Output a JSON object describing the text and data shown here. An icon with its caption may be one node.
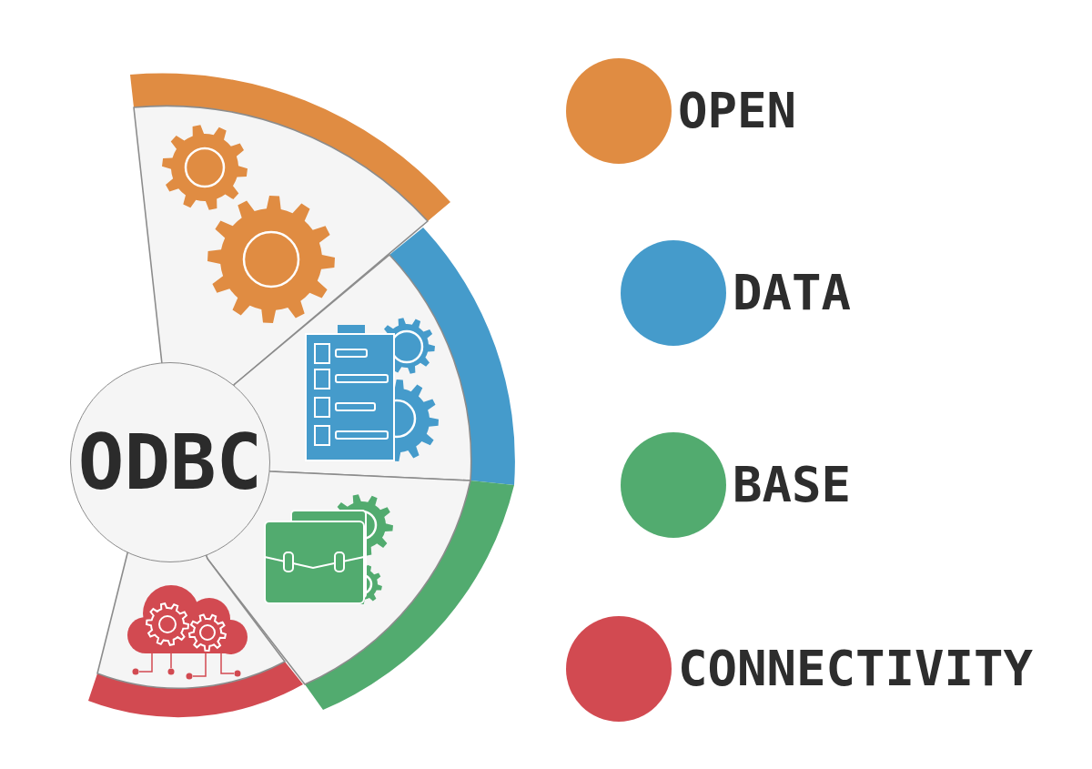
{
  "diagram": {
    "nodes": [
      {
        "text": [
          "ODBC"
        ]
      }
    ],
    "legend": [
      {
        "text": "OPEN",
        "color": "#e08c42"
      },
      {
        "text": "DATA",
        "color": "#459bcb"
      },
      {
        "text": "BASE",
        "color": "#52ab6f"
      },
      {
        "text": "CONNECTIVITY",
        "color": "#d24a51"
      }
    ]
  }
}
